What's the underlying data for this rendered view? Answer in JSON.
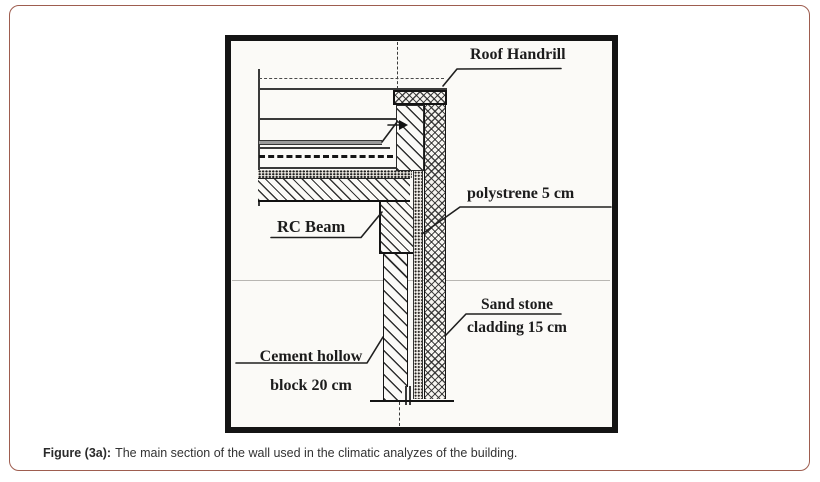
{
  "panel": {
    "border_color": "#9e5d4f"
  },
  "figure": {
    "frame_color": "#141414",
    "labels": {
      "roof_handrill": "Roof Handrill",
      "polystyrene": "polystrene 5 cm",
      "rc_beam": "RC Beam",
      "sand_stone_line1": "Sand stone",
      "sand_stone_line2": "cladding 15 cm",
      "cement_block_line1": "Cement hollow",
      "cement_block_line2": "block 20 cm"
    },
    "materials": {
      "cladding_pattern": "cross-hatch",
      "polystyrene_pattern": "stipple-dots",
      "concrete_pattern": "diagonal-hatch"
    }
  },
  "caption": {
    "prefix": "Figure (3a):",
    "text": "The main section of the wall used in the climatic analyzes of the building."
  }
}
